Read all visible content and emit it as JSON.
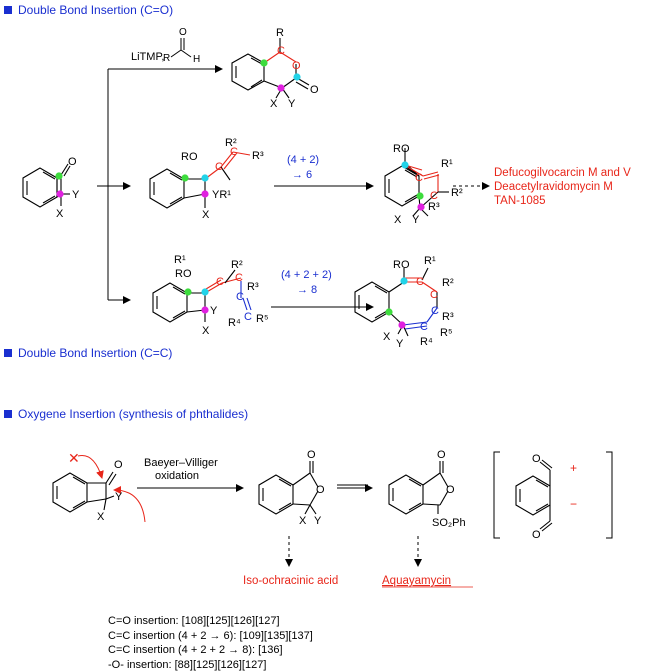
{
  "headers": {
    "co": "Double Bond Insertion (C=O)",
    "cc": "Double Bond Insertion (C=C)",
    "ox": "Oxygene Insertion (synthesis of phthalides)"
  },
  "reagents": {
    "litmp": "LiTMP,",
    "aldehyde_r": "R",
    "aldehyde_h": "H",
    "aldehyde_o": "O",
    "step_46": "(4 + 2)",
    "step_46_b": "→ 6",
    "step_4622": "(4 + 2 + 2)",
    "step_4622_b": "→ 8",
    "bv1": "Baeyer–Villiger",
    "bv2": "oxidation"
  },
  "labels": {
    "o": "O",
    "x": "X",
    "y": "Y",
    "r": "R",
    "ro": "RO",
    "r1": "R¹",
    "r2": "R²",
    "r3": "R³",
    "r4": "R⁴",
    "r5": "R⁵",
    "yr1": "YR¹",
    "c": "C",
    "so2ph": "SO₂Ph",
    "plus": "+",
    "minus": "−"
  },
  "targets": {
    "t1": "Defucogilvocarcin M and V",
    "t2": "Deacetylravidomycin M",
    "t3": "TAN-1085",
    "iso": "Iso-ochracinic acid",
    "aqua": "Aquayamycin"
  },
  "references": [
    "C=O insertion: [108][125][126][127]",
    "C=C insertion (4 + 2 → 6): [109][135][137]",
    "C=C insertion (4 + 2 + 2 → 8): [136]",
    "-O-  insertion: [88][125][126][127]"
  ],
  "colors": {
    "header": "#1a2fd0",
    "red": "#e8261a",
    "blue": "#1a2fd0",
    "green": "#3ddc3d",
    "cyan": "#22d3e8",
    "magenta": "#e020e0"
  }
}
